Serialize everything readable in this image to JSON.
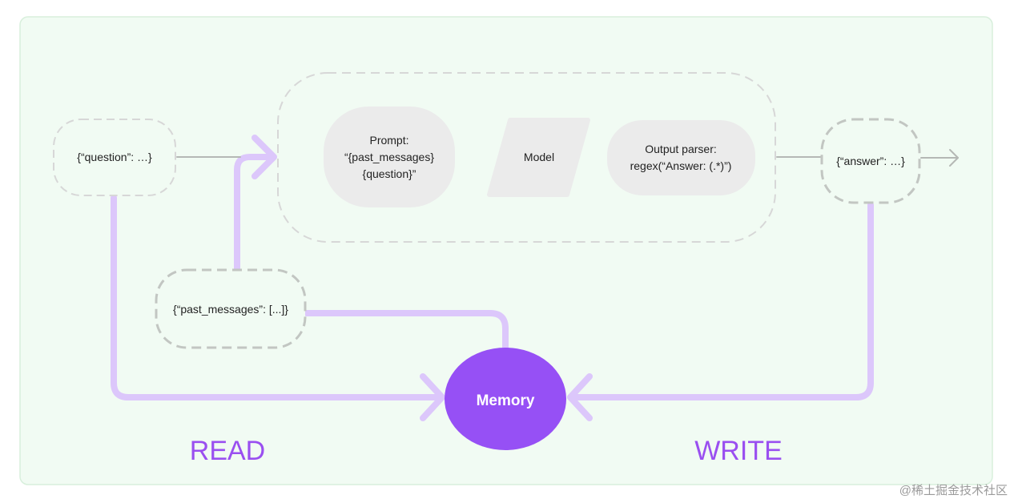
{
  "diagram": {
    "input_node": "{“question”: …}",
    "prompt_node": [
      "Prompt:",
      "“{past_messages}",
      "{question}”"
    ],
    "model_node": "Model",
    "parser_node": [
      "Output parser:",
      "regex(“Answer: (.*)”)"
    ],
    "output_node": "{“answer”: …}",
    "history_node": "{“past_messages”: [...]}",
    "memory_node": "Memory",
    "read_label": "READ",
    "write_label": "WRITE",
    "watermark": "@稀土掘金技术社区"
  },
  "colors": {
    "panel_bg": "#f1fbf3",
    "panel_border": "#d8efdc",
    "node_fill": "#ebebeb",
    "dashed_border": "#d7d7d7",
    "dashed_border_dark": "#c2c6c2",
    "grey_arrow": "#b5b8b5",
    "purple_line": "#dcc7fb",
    "purple_node": "#9650f5",
    "purple_text": "#9a4ff0"
  }
}
